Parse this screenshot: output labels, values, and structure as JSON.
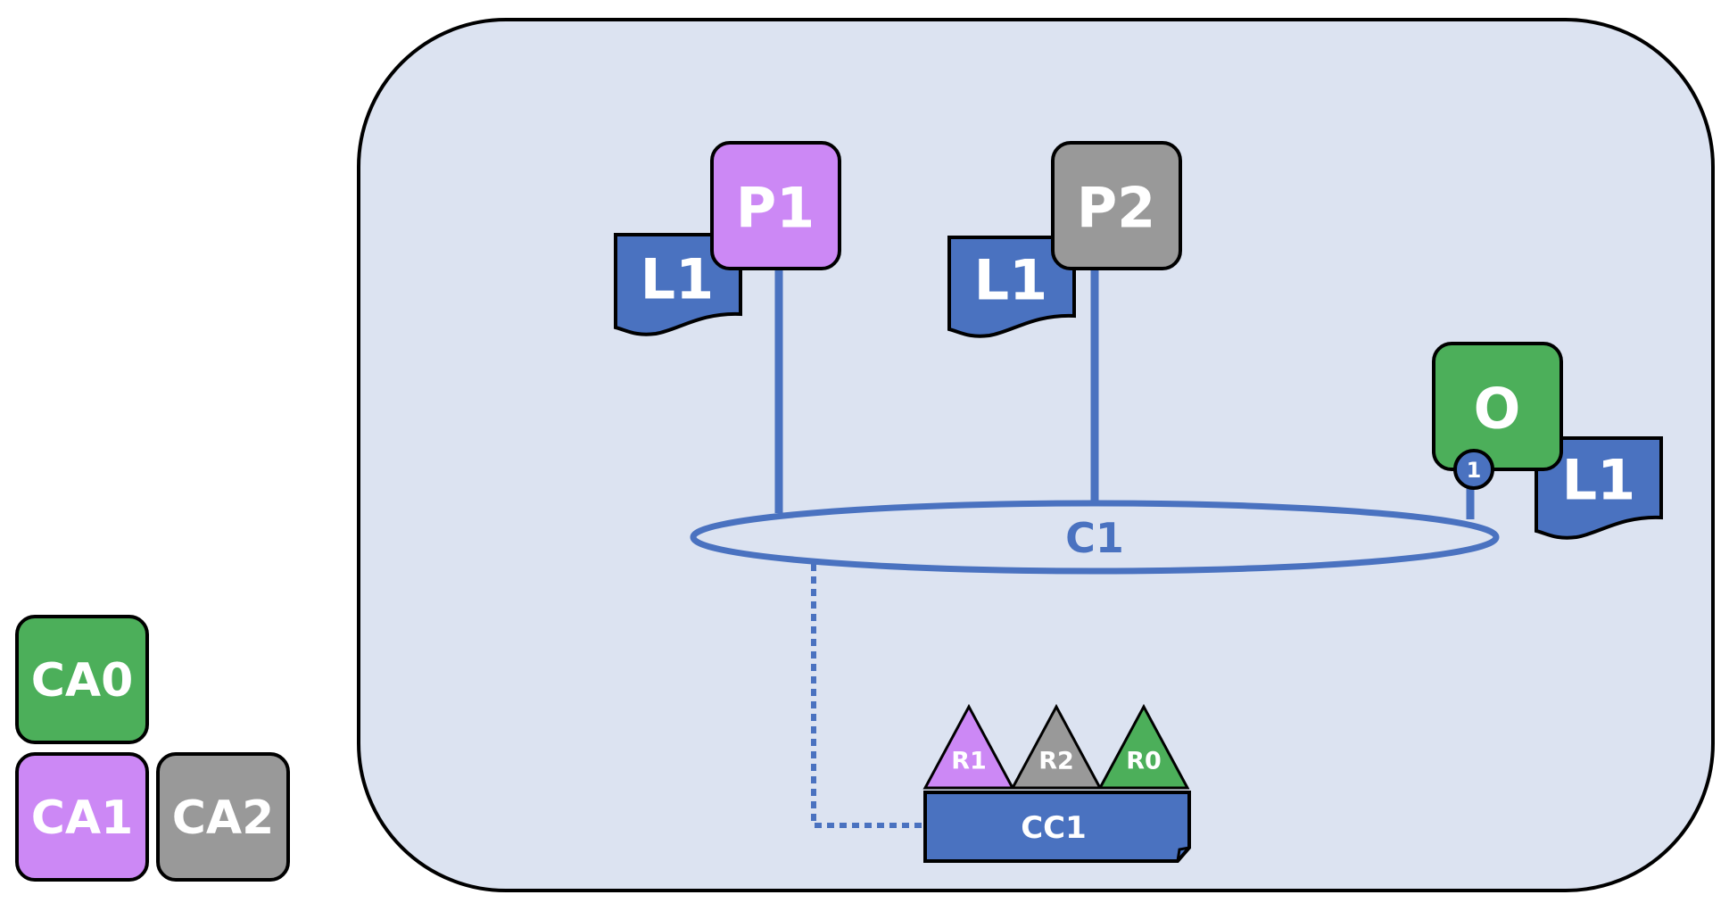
{
  "network": {
    "peers": [
      {
        "id": "p1",
        "label": "P1",
        "ledger": "L1",
        "color": "#cc88f5"
      },
      {
        "id": "p2",
        "label": "P2",
        "ledger": "L1",
        "color": "#999999"
      }
    ],
    "orderer": {
      "label": "O",
      "ledger": "L1",
      "badge": "1",
      "color": "#4caf5a"
    },
    "channel": {
      "label": "C1"
    },
    "channel_config": {
      "label": "CC1"
    },
    "roles": [
      {
        "label": "R1",
        "color": "#cc88f5"
      },
      {
        "label": "R2",
        "color": "#999999"
      },
      {
        "label": "R0",
        "color": "#4caf5a"
      }
    ]
  },
  "legend": {
    "ca0": {
      "label": "CA0",
      "color": "#4caf5a"
    },
    "ca1": {
      "label": "CA1",
      "color": "#cc88f5"
    },
    "ca2": {
      "label": "CA2",
      "color": "#999999"
    }
  },
  "colors": {
    "background": "#dce3f1",
    "ledger": "#4a72c0",
    "channel": "#4a72c0"
  }
}
